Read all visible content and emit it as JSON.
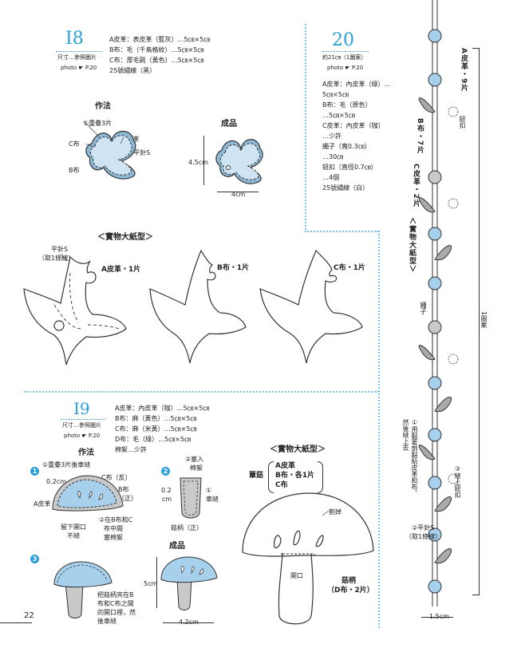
{
  "page_number": "22",
  "item18": {
    "number": "I8",
    "size_label": "尺寸…參照圖片",
    "photo_ref": "photo ☛ P.20",
    "materials": [
      "A皮革：表皮革（藍灰）…5㎝×5㎝",
      "B布：毛（千鳥格紋）…5㎝×5㎝",
      "C布：厚毛氈（黃色）…5㎝×5㎝",
      "25號繡線（黑）"
    ],
    "method_title": "作法",
    "method_labels": {
      "step1": "①重疊3片",
      "c": "C布",
      "a": "A皮革",
      "step2": "②平針S",
      "b": "B布"
    },
    "finished_title": "成品",
    "height": "4.5cm",
    "width": "4cm"
  },
  "pattern18": {
    "title": "＜實物大紙型＞",
    "stitch_note": [
      "平針S",
      "（取1條線）"
    ],
    "labels": [
      "A皮革・1片",
      "B布・1片",
      "C布・1片"
    ]
  },
  "item20": {
    "number": "20",
    "size_label": "約21㎝（1圖案）",
    "photo_ref": "photo ☛ P.20",
    "materials": [
      "A皮革：內皮革（綠）…",
      "5㎝×5㎝",
      "B布：毛（原色）",
      "…5㎝×5㎝",
      "C皮革：內皮革（咖）",
      "…少許",
      "繩子（寬0.3㎝）",
      "…30㎝",
      "鈕扣（直徑0.7㎝）",
      "…4個",
      "25號繡線（白）"
    ]
  },
  "strip20": {
    "label_a": "A皮革・9片",
    "label_b": "B布・7片",
    "label_c": "C皮革・2片",
    "pattern_title": "＜實物大紙型＞",
    "button": "鈕扣",
    "rope": "繩子",
    "repeat": "1圖案",
    "step1": "①用黏著劑黏貼皮革和布，然後縫上去",
    "step3": "③縫上鈕扣",
    "step2": [
      "②平針S",
      "（取1條線）"
    ],
    "width": "1.5cm"
  },
  "item19": {
    "number": "I9",
    "size_label": "尺寸…參照圖片",
    "photo_ref": "photo ☛ P.20",
    "materials": [
      "A皮革：內皮革（咖）…5㎝×5㎝",
      "B布：麻（黃色）…5㎝×5㎝",
      "C布：麻（米黃）…5㎝×5㎝",
      "D布：毛（綠）…5㎝×5㎝",
      "棉絮…少許"
    ],
    "method_title": "作法",
    "step1": "①重疊3片後車縫",
    "gap": "0.2cm",
    "c_back": "C布（反）",
    "b_front": [
      "B布",
      "（正）"
    ],
    "a_leather": "A皮革",
    "opening": [
      "留下開口",
      "不縫"
    ],
    "step2_1": [
      "②在B布和C",
      "布中間",
      "塞棉絮"
    ],
    "step2_2": [
      "②塞入",
      "棉絮"
    ],
    "gap2": [
      "0.2",
      "cm"
    ],
    "sew": [
      "①",
      "車縫"
    ],
    "stem_front": "菇柄（正）",
    "step3": [
      "把菇柄夾在B",
      "布和C布之間",
      "的開口裡，然",
      "後車縫"
    ],
    "finished_title": "成品",
    "height": "5cm",
    "width": "4.2cm"
  },
  "pattern19": {
    "title": "＜實物大紙型＞",
    "cap_label": "蕈菇",
    "cap_materials": [
      "A皮革",
      "B布・各1片",
      "C布"
    ],
    "cut": "割掉",
    "opening": "開口",
    "stem_label": "菇柄",
    "stem_material": "（D布・2片）"
  }
}
